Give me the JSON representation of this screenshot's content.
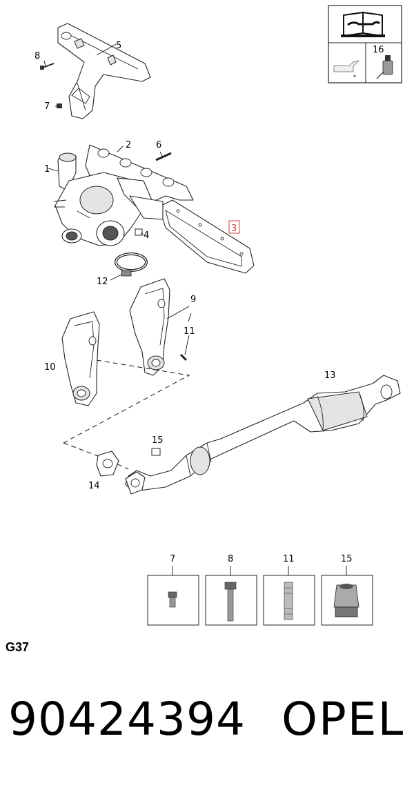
{
  "callouts": {
    "c1": "1",
    "c2": "2",
    "c3": "3",
    "c4": "4",
    "c5": "5",
    "c6": "6",
    "c7": "7",
    "c8": "8",
    "c9": "9",
    "c10": "10",
    "c11": "11",
    "c12": "12",
    "c13": "13",
    "c14": "14",
    "c15": "15",
    "c16": "16"
  },
  "info_box": {
    "part_label": "16"
  },
  "detail_boxes": [
    {
      "label": "7"
    },
    {
      "label": "8"
    },
    {
      "label": "11"
    },
    {
      "label": "15"
    }
  ],
  "diagram_code": "G37",
  "part_number": "90424394",
  "brand": "OPEL",
  "colors": {
    "boxed_callout": "#d04040",
    "line": "#222222"
  }
}
